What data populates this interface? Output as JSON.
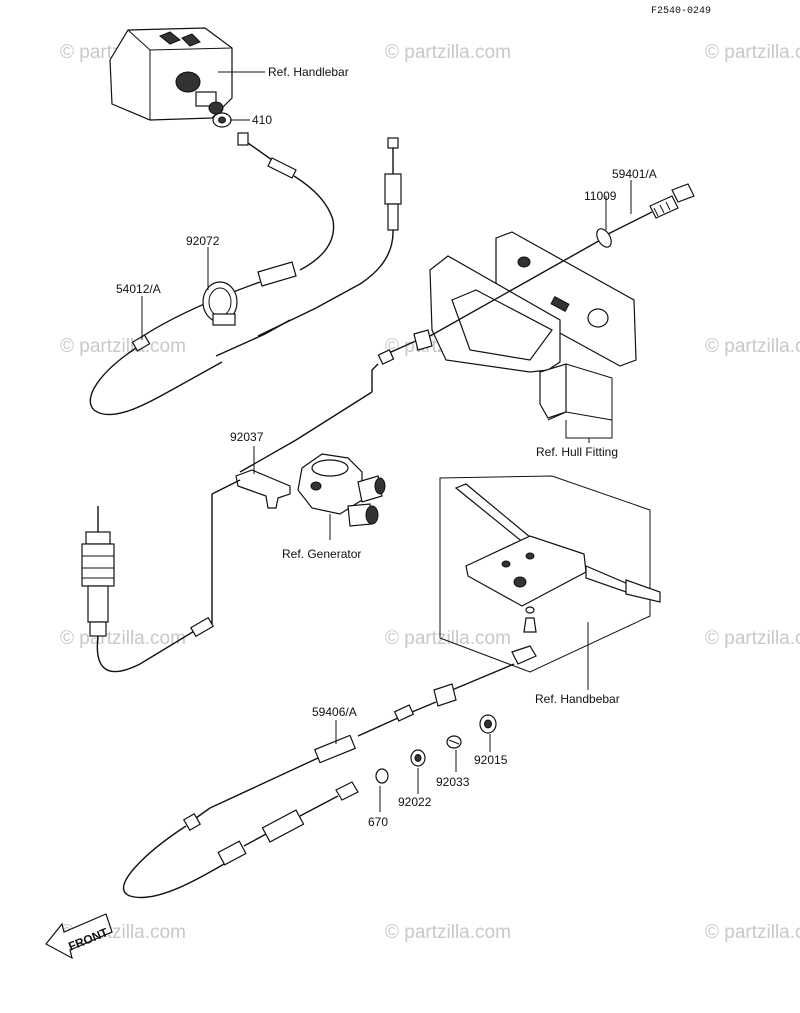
{
  "figure_id": "F2540-0249",
  "watermark": "© partzilla.com",
  "parts": {
    "ref_handlebar_top": "Ref. Handlebar",
    "p410": "410",
    "p92072": "92072",
    "p54012": "54012/A",
    "p59401": "59401/A",
    "p11009": "11009",
    "ref_hull": "Ref. Hull Fitting",
    "p92037": "92037",
    "ref_generator": "Ref. Generator",
    "ref_handlebar_bottom": "Ref. Handbebar",
    "p59406": "59406/A",
    "p92015": "92015",
    "p92033": "92033",
    "p92022": "92022",
    "p670": "670"
  },
  "front_label": "FRONT"
}
